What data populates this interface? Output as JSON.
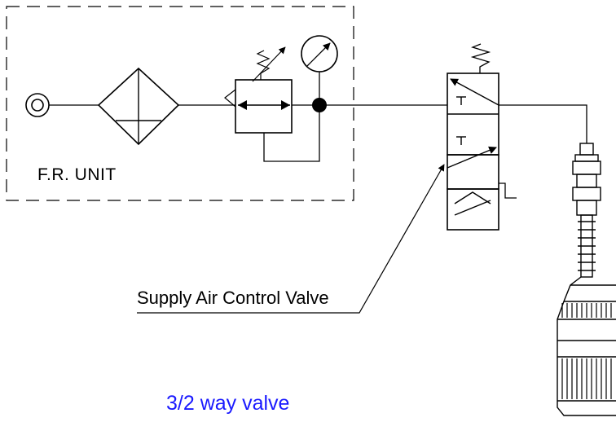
{
  "fr_unit_label": "F.R. UNIT",
  "valve_leader_label": "Supply Air Control Valve",
  "valve_caption": "3/2 way valve",
  "colors": {
    "line": "#000000",
    "caption": "#1a1aff",
    "background": "#ffffff"
  }
}
